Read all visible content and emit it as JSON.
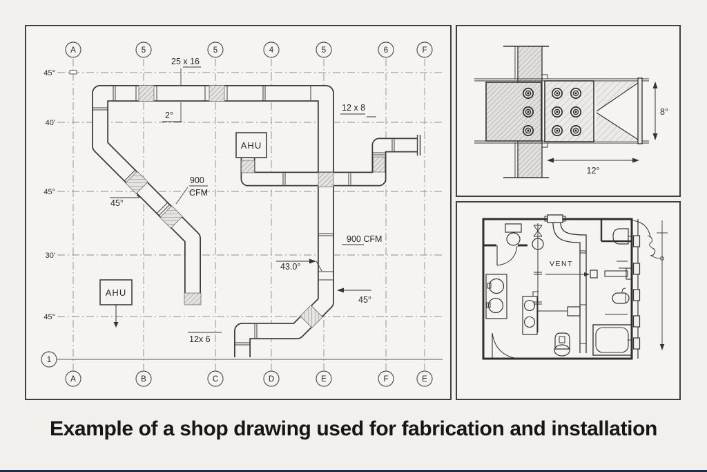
{
  "caption": "Example of a shop drawing used for fabrication and installation",
  "colors": {
    "background": "#f2f0ed",
    "panel": "#f6f4f1",
    "line": "#3a3a3a",
    "grid": "#8b8b8b",
    "caption": "#161616",
    "footer_bar": "#1d2b4a"
  },
  "main_plan": {
    "grid": {
      "top_bubbles": [
        "A",
        "5",
        "5",
        "4",
        "5",
        "6",
        "F"
      ],
      "bottom_bubbles": [
        "A",
        "B",
        "C",
        "D",
        "E",
        "F",
        "E"
      ],
      "row_labels": [
        "45°",
        "40'",
        "45°",
        "30'",
        "45°"
      ],
      "row1_bubble": "1"
    },
    "labels": {
      "duct_size_main": "25 x 16",
      "slope": "2°",
      "branch_size": "12 x 8",
      "ahu_upper": "AHU",
      "ahu_lower": "AHU",
      "cfm_value": "900",
      "cfm_unit": "CFM",
      "elbow_angle_left": "45°",
      "cfm_inline": "900 CFM",
      "offset_angle": "43.0°",
      "elbow_angle_right": "45°",
      "duct_size_lower": "12x 6"
    }
  },
  "connection_detail": {
    "height_dim": "8°",
    "width_dim": "12°"
  },
  "floor_plan": {
    "vent_label": "VENT"
  }
}
